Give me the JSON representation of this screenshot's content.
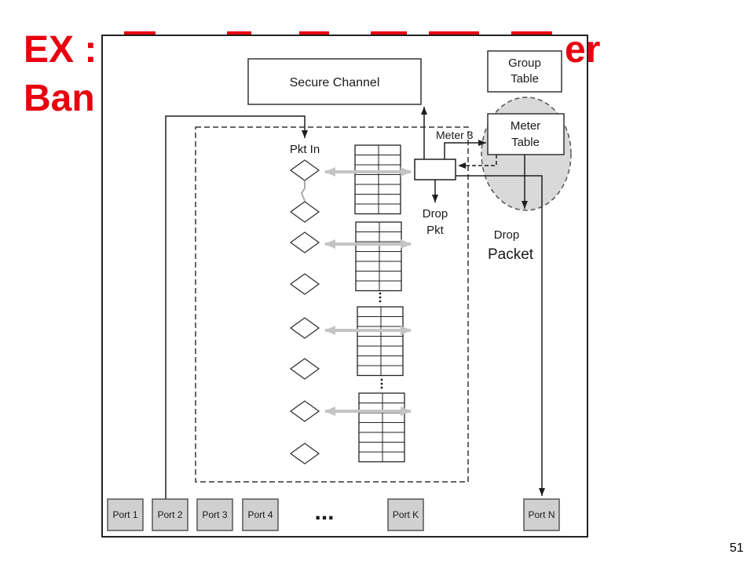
{
  "slide": {
    "title_line1_start": "EX :",
    "title_line1_end": "er",
    "title_line2": "Ban",
    "page_number": "51"
  },
  "diagram": {
    "secure_channel": "Secure Channel",
    "group_table": [
      "Group",
      "Table"
    ],
    "meter_table": [
      "Meter",
      "Table"
    ],
    "pkt_in": "Pkt In",
    "meter_label": "Meter 3",
    "drop_pkt": [
      "Drop",
      "Pkt"
    ],
    "drop_packet": [
      "Drop",
      "Packet"
    ],
    "ports": [
      "Port 1",
      "Port 2",
      "Port 3",
      "Port 4",
      "Port K",
      "Port N"
    ],
    "port_ellipsis": "..."
  },
  "colors": {
    "title": "#e8000f",
    "meter_highlight": "#d9d9d9",
    "port_fill": "#d0d0d0",
    "flow_arrows": "#c4c4c4"
  }
}
